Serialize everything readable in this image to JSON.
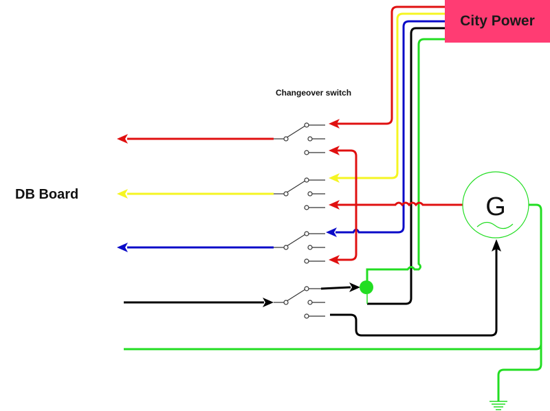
{
  "labels": {
    "city_power": "City Power",
    "changeover_switch": "Changeover switch",
    "db_board": "DB Board",
    "generator": "G"
  },
  "colors": {
    "live": "#e01010",
    "yellow_phase": "#f5f522",
    "blue_phase": "#0a0ac8",
    "neutral": "#000000",
    "earth": "#22dd22",
    "city_power_bg": "#ff3c73"
  },
  "switch_poles": [
    {
      "name": "red-pole",
      "color": "live"
    },
    {
      "name": "yellow-pole",
      "color": "yellow_phase"
    },
    {
      "name": "blue-pole",
      "color": "blue_phase"
    },
    {
      "name": "neutral-pole",
      "color": "neutral"
    }
  ]
}
